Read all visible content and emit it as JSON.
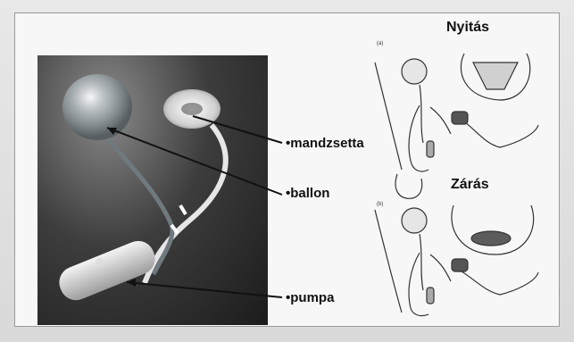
{
  "labels": {
    "mandzsetta": "•mandzsetta",
    "ballon": "•ballon",
    "pumpa": "•pumpa"
  },
  "diagram": {
    "top_title": "Nyitás",
    "bottom_title": "Zárás",
    "top_panel_letter": "(a)",
    "bottom_panel_letter": "(b)"
  }
}
